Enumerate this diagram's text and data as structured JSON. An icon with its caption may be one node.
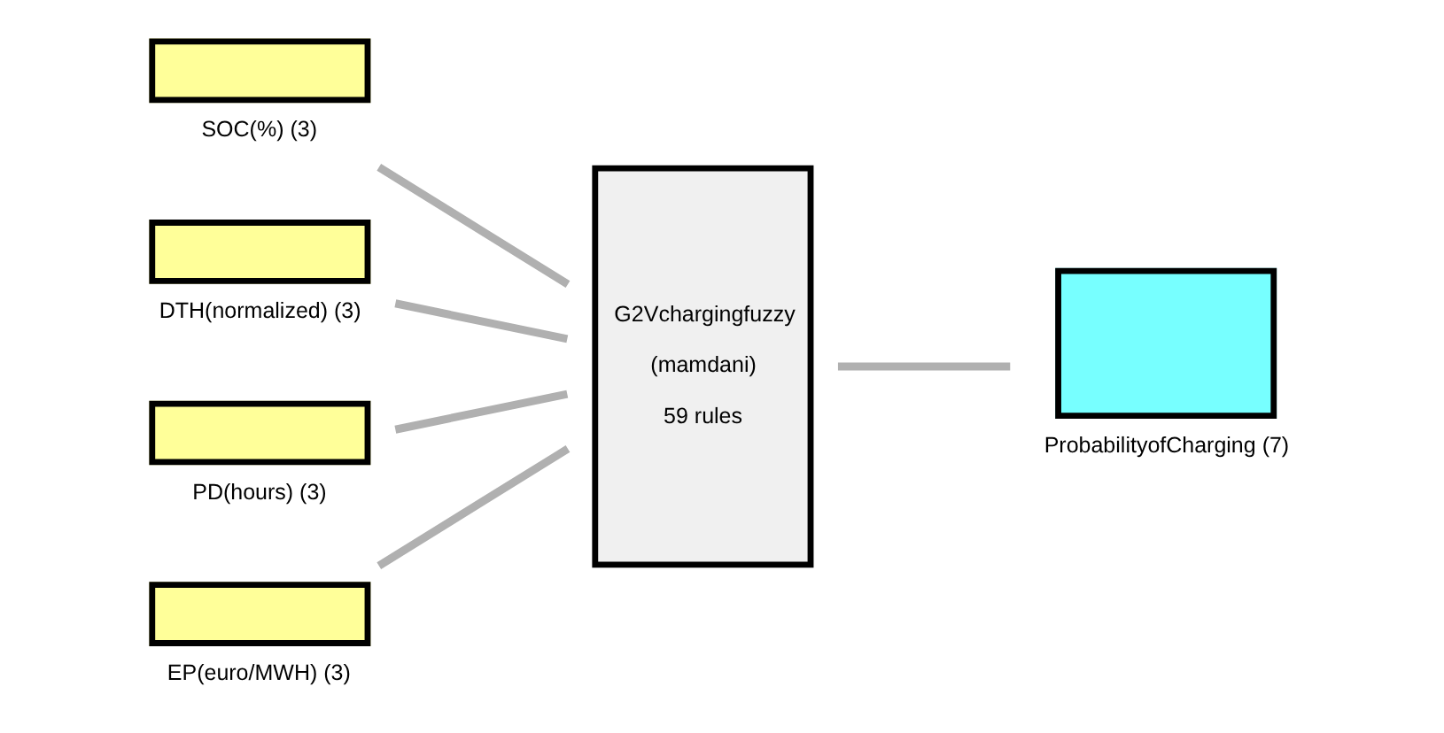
{
  "diagram": {
    "nodes": [
      {
        "text": [],
        "shape": "box",
        "beside": [
          "SOC(%) (3)"
        ]
      },
      {
        "text": [],
        "shape": "box",
        "beside": [
          "DTH(normalized) (3)"
        ]
      },
      {
        "text": [],
        "shape": "box",
        "beside": [
          "PD(hours) (3)"
        ]
      },
      {
        "text": [],
        "shape": "box",
        "beside": [
          "EP(euro/MWH) (3)"
        ]
      },
      {
        "text": [
          "G2Vchargingfuzzy",
          "(mamdani)",
          "59 rules"
        ]
      },
      {
        "text": [],
        "shape": "box",
        "beside": [
          "ProbabilityofCharging (7)"
        ]
      }
    ],
    "edges": [
      {
        "from": 0,
        "to": 4,
        "arrow": "none"
      },
      {
        "from": 1,
        "to": 4,
        "arrow": "none"
      },
      {
        "from": 2,
        "to": 4,
        "arrow": "none"
      },
      {
        "from": 3,
        "to": 4,
        "arrow": "none"
      },
      {
        "from": 4,
        "to": 5,
        "arrow": "none"
      }
    ]
  }
}
